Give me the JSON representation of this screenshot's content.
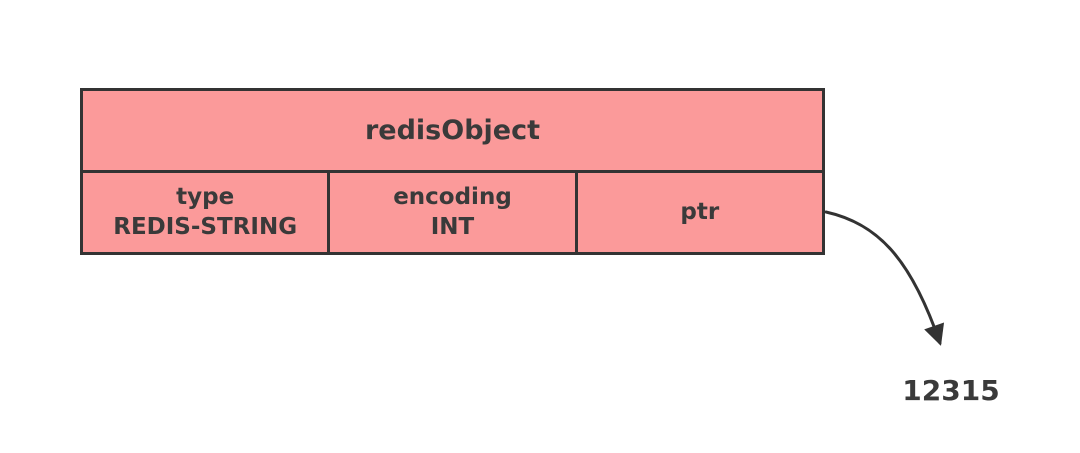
{
  "diagram": {
    "title": "redisObject",
    "cells": [
      {
        "label": "type",
        "value": "REDIS-STRING"
      },
      {
        "label": "encoding",
        "value": "INT"
      },
      {
        "label": "ptr",
        "value": ""
      }
    ],
    "pointer_value": "12315"
  },
  "colors": {
    "box_fill": "#fb9a9a",
    "border": "#333333",
    "text": "#3a3a3a",
    "background": "#ffffff"
  }
}
